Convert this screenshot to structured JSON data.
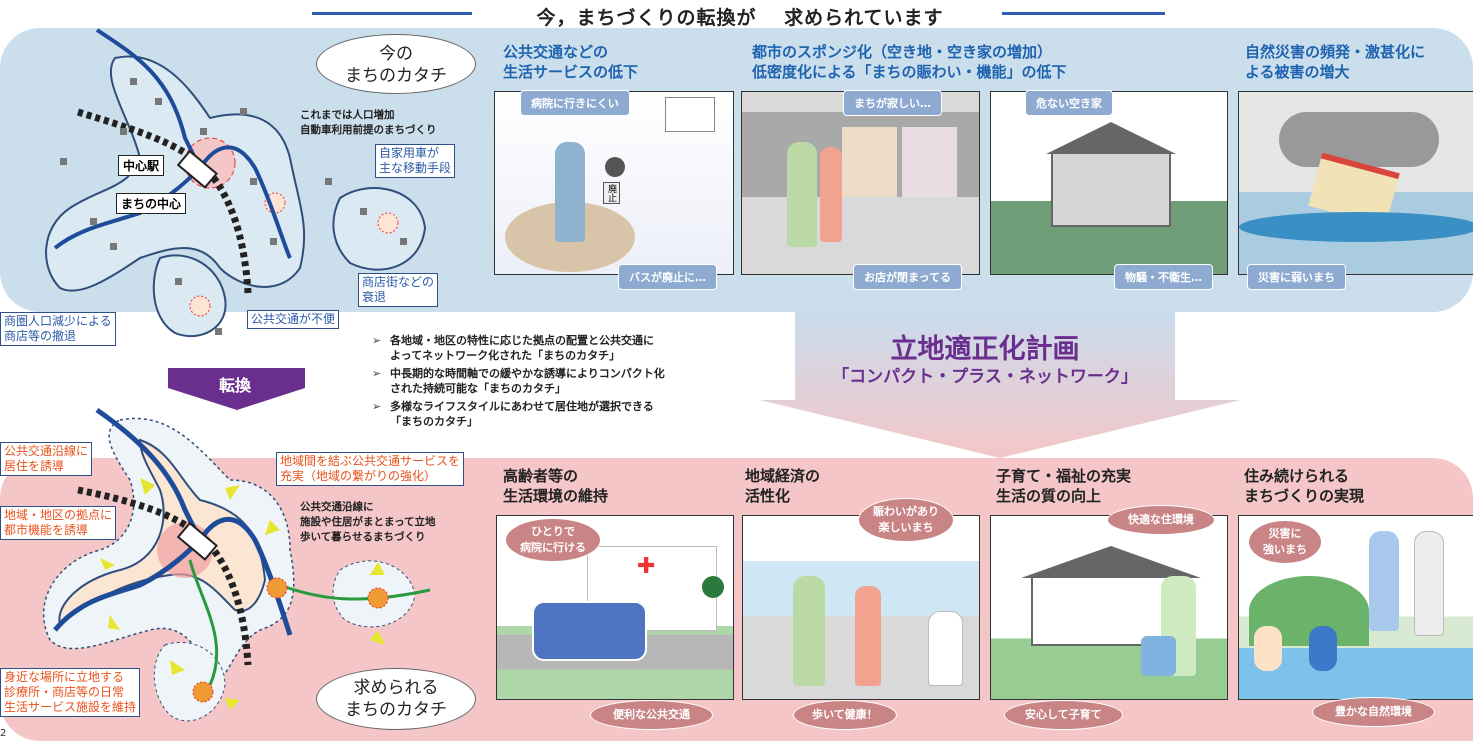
{
  "header": {
    "title": "今，まちづくりの転換が　 求められています"
  },
  "current_map": {
    "bubble": "今の\nまちのカタチ",
    "note": "これまでは人口増加\n自動車利用前提のまちづくり",
    "station": "中心駅",
    "center": "まちの中心",
    "labels": [
      "自家用車が\n主な移動手段",
      "商店街などの\n衰退",
      "公共交通が不便",
      "商圏人口減少による\n商店等の撤退"
    ]
  },
  "problems": [
    {
      "title": "公共交通などの\n生活サービスの低下",
      "bubble_top": "病院に行きにくい",
      "bubble_bottom": "バスが廃止に…",
      "sign": "廃止"
    },
    {
      "title": "都市のスポンジ化（空き地・空き家の増加）\n低密度化による「まちの賑わい・機能」の低下",
      "bubble_top": "まちが寂しい…",
      "bubble_bottom": "お店が閉まってる"
    },
    {
      "title": "",
      "bubble_top": "危ない空き家",
      "bubble_bottom": "物騒・不衛生…"
    },
    {
      "title": "自然災害の頻発・激甚化に\nよる被害の増大",
      "bubble_top": "",
      "bubble_bottom": "災害に弱いまち"
    }
  ],
  "transition": {
    "label": "転換"
  },
  "bullets": [
    "各地域・地区の特性に応じた拠点の配置と公共交通に\nよってネットワーク化された「まちのカタチ」",
    "中長期的な時間軸での緩やかな誘導によりコンパクト化\nされた持続可能な「まちのカタチ」",
    "多様なライフスタイルにあわせて居住地が選択できる\n「まちのカタチ」"
  ],
  "plan": {
    "title": "立地適正化計画",
    "subtitle": "「コンパクト・プラス・ネットワーク」"
  },
  "future_map": {
    "bubble": "求められる\nまちのカタチ",
    "note": "公共交通沿線に\n施設や住居がまとまって立地\n歩いて暮らせるまちづくり",
    "labels": [
      "公共交通沿線に\n居住を誘導",
      "地域間を結ぶ公共交通サービスを\n充実（地域の繋がりの強化）",
      "地域・地区の拠点に\n都市機能を誘導",
      "身近な場所に立地する\n診療所・商店等の日常\n生活サービス施設を維持"
    ]
  },
  "benefits": [
    {
      "title": "高齢者等の\n生活環境の維持",
      "bubble_top": "ひとりで\n病院に行ける",
      "bubble_bottom": "便利な公共交通"
    },
    {
      "title": "地域経済の\n活性化",
      "bubble_top": "賑わいがあり\n楽しいまち",
      "bubble_bottom": "歩いて健康！"
    },
    {
      "title": "子育て・福祉の充実\n生活の質の向上",
      "bubble_top": "快適な住環境",
      "bubble_bottom": "安心して子育て"
    },
    {
      "title": "住み続けられる\nまちづくりの実現",
      "bubble_top": "災害に\n強いまち",
      "bubble_bottom": "豊かな自然環境"
    }
  ],
  "page_number": "2",
  "colors": {
    "top_panel": "#cbdeec",
    "bottom_panel": "#f4c6c8",
    "title_blue": "#1f63b0",
    "plan_purple": "#6a2f8e",
    "bubble_blue": "#8eaad0",
    "bubble_rose": "#c98486"
  }
}
